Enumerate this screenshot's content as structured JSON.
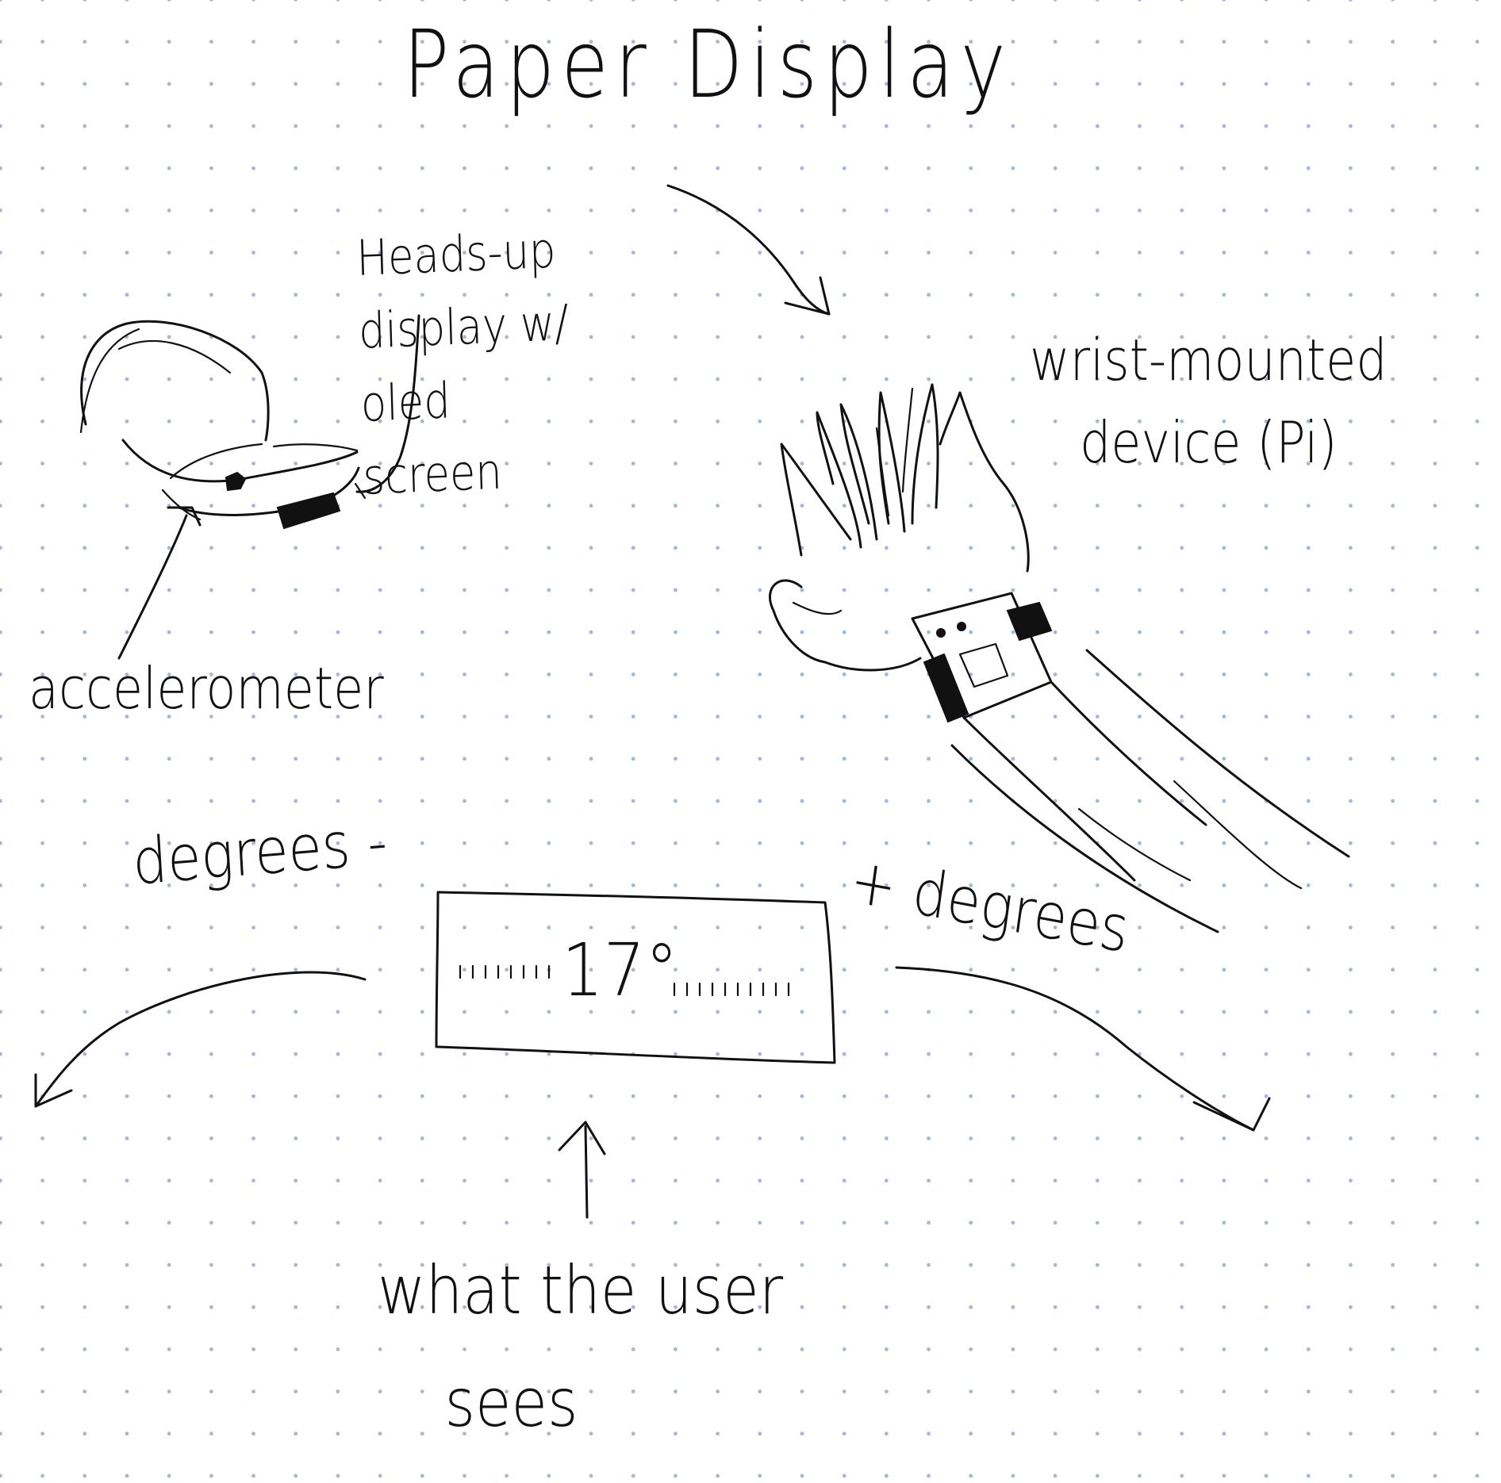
{
  "title": "Paper Display",
  "labels": {
    "hud_line1": "Heads-up",
    "hud_line2": "display w/",
    "hud_line3": "oled",
    "hud_line4": "screen",
    "wrist_line1": "wrist-mounted",
    "wrist_line2": "device (Pi)",
    "accelerometer": "accelerometer",
    "degrees_minus": "degrees -",
    "degrees_plus": "+ degrees",
    "readout": "17°",
    "caption_line1": "what the user",
    "caption_line2": "sees"
  },
  "colors": {
    "paper": "#ffffff",
    "dot_grid": "#a9b6d3",
    "ink": "#111111"
  }
}
